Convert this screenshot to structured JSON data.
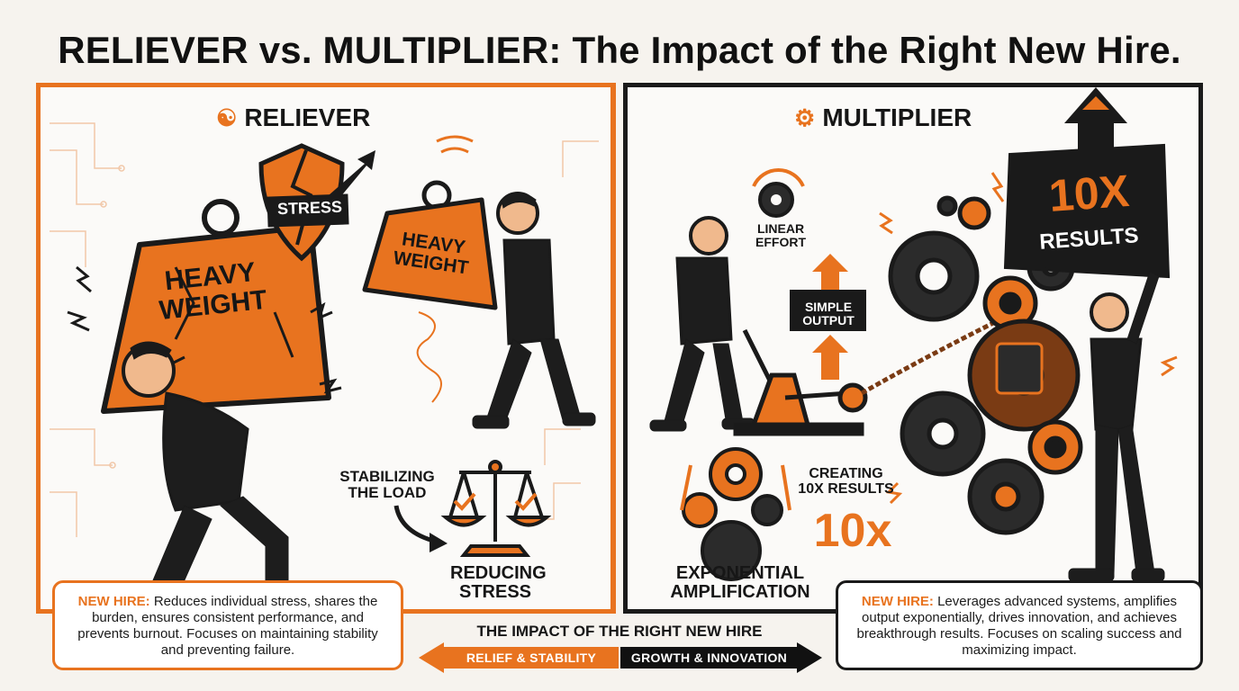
{
  "title": "RELIEVER vs. MULTIPLIER: The Impact of the Right New Hire.",
  "colors": {
    "accent": "#e8731f",
    "dark": "#1a1a1a",
    "background": "#f6f3ee"
  },
  "reliever": {
    "heading": "RELIEVER",
    "icon": "hands-lifting-weight-icon",
    "weight_label_large": "HEAVY WEIGHT",
    "weight_label_small": "HEAVY WEIGHT",
    "shield_label": "STRESS",
    "stabilizing_label": "STABILIZING THE LOAD",
    "reducing_label": "REDUCING STRESS",
    "description_prefix": "NEW HIRE:",
    "description": "Reduces individual stress, shares the burden, ensures consistent performance, and prevents burnout. Focuses on maintaining stability and preventing failure."
  },
  "multiplier": {
    "heading": "MULTIPLIER",
    "icon": "gear-network-icon",
    "linear_effort_label": "LINEAR EFFORT",
    "simple_output_label": "SIMPLE OUTPUT",
    "results_box_big": "10X",
    "results_box_small": "RESULTS",
    "creating_label": "CREATING 10X RESULTS",
    "big_10x": "10x",
    "exponential_label": "EXPONENTIAL AMPLIFICATION",
    "description_prefix": "NEW HIRE:",
    "description": "Leverages advanced systems, amplifies output exponentially, drives innovation, and achieves breakthrough results. Focuses on scaling success and maximizing impact."
  },
  "footer": {
    "impact_title": "THE IMPACT OF THE RIGHT NEW HIRE",
    "left_arrow": "RELIEF & STABILITY",
    "right_arrow": "GROWTH & INNOVATION"
  }
}
